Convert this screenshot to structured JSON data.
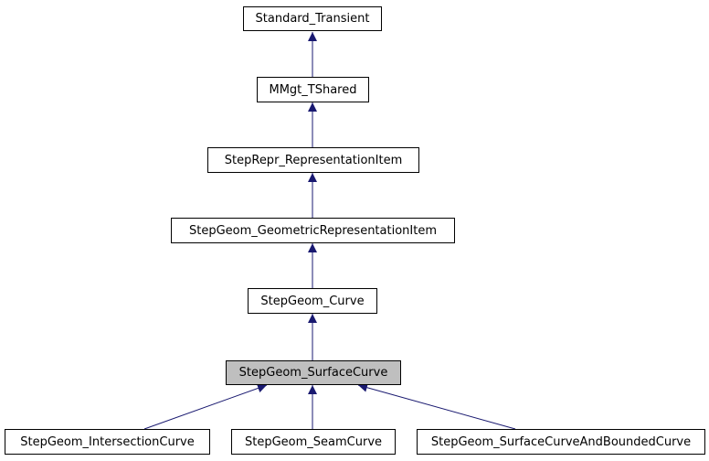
{
  "diagram": {
    "edge_color": "#191970",
    "current_node_fill": "#bfbfbf",
    "nodes": {
      "standard_transient": "Standard_Transient",
      "mmgt_tshared": "MMgt_TShared",
      "repr_item": "StepRepr_RepresentationItem",
      "geom_repr_item": "StepGeom_GeometricRepresentationItem",
      "curve": "StepGeom_Curve",
      "surface_curve": "StepGeom_SurfaceCurve",
      "intersection_curve": "StepGeom_IntersectionCurve",
      "seam_curve": "StepGeom_SeamCurve",
      "scabc": "StepGeom_SurfaceCurveAndBoundedCurve"
    }
  }
}
